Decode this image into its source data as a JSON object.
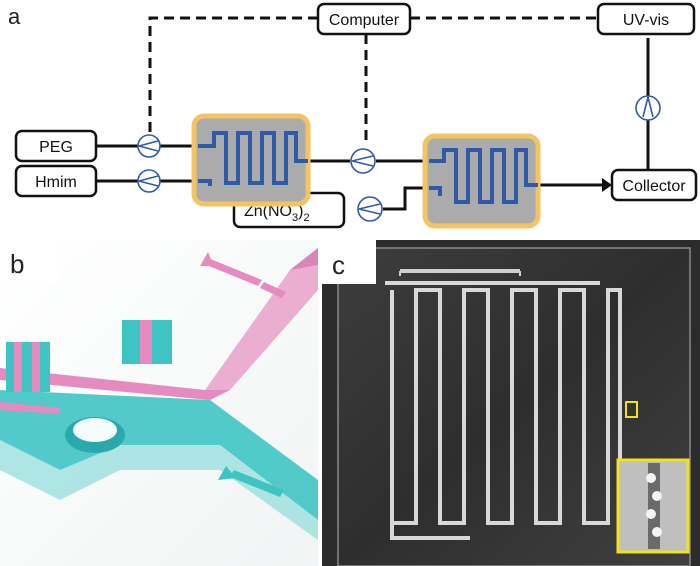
{
  "panels": {
    "a": {
      "label": "a",
      "nodes": {
        "computer": "Computer",
        "uv_vis": "UV-vis",
        "peg": "PEG",
        "hmim": "Hmim",
        "zn": "Zn(NO",
        "zn_sub": "3",
        "zn_close": ")",
        "zn_sub2": "2",
        "collector": "Collector"
      }
    },
    "b": {
      "label": "b"
    },
    "c": {
      "label": "c"
    }
  },
  "colors": {
    "channel_blue": "#2f5aa8",
    "chip_gray": "#a9a9a9",
    "chip_border": "#f3c463",
    "pink": "#e58bbf",
    "cyan": "#39c1c1",
    "chip_photo_bg": "#3a3a3a",
    "inset_border": "#f2e21c"
  }
}
